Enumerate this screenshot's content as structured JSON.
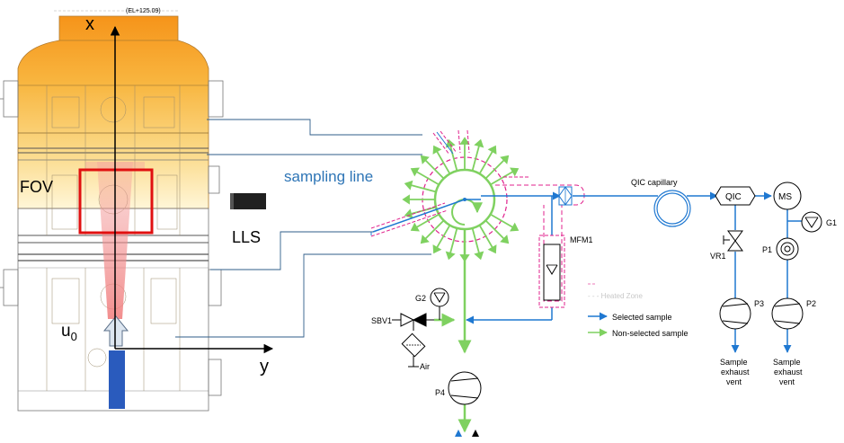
{
  "labels": {
    "x_axis": "x",
    "y_axis": "y",
    "fov": "FOV",
    "lls": "LLS",
    "u0": "u",
    "u0_sub": "0",
    "top_note": "(EL+125.09)",
    "sampling_line": "sampling line",
    "qic_capillary": "QIC capillary",
    "qic": "QIC",
    "ms": "MS",
    "g1": "G1",
    "g2": "G2",
    "vr1": "VR1",
    "p1": "P1",
    "p2": "P2",
    "p3": "P3",
    "p4": "P4",
    "mfm1": "MFM1",
    "sbv1": "SBV1",
    "air": "Air",
    "exhaust1": [
      "Sample",
      "exhaust",
      "vent"
    ],
    "exhaust2": [
      "Sample",
      "exhaust",
      "vent"
    ],
    "faded_legend": "- - - Heated Zone",
    "legend_selected": "Selected sample",
    "legend_nonselected": "Non-selected sample"
  },
  "colors": {
    "selected": "#1f78d1",
    "nonselected": "#7fd160",
    "heated": "#e0208c",
    "fov_box": "#e01010",
    "leader": "#2f5d8a",
    "orange_top": "#f59a1c",
    "yellow_bottom": "#fff3c8",
    "inlet_blue": "#2a5bbd",
    "lls_box": "#202020"
  }
}
